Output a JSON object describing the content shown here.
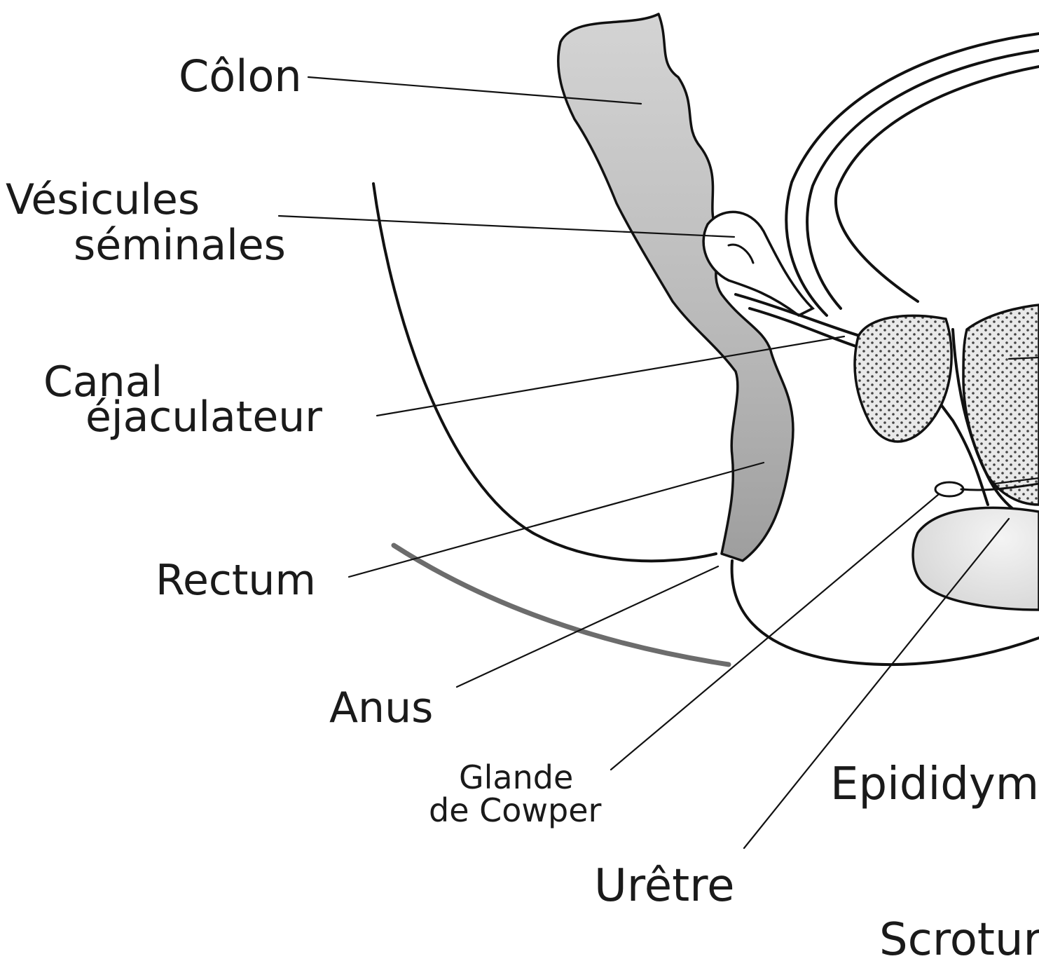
{
  "labels": {
    "colon": "Côlon",
    "vesicules_line1": "Vésicules",
    "vesicules_line2": "séminales",
    "canal_line1": "Canal",
    "canal_line2": "éjaculateur",
    "rectum": "Rectum",
    "anus": "Anus",
    "glande_line1": "Glande",
    "glande_line2": "de Cowper",
    "urethre": "Urêtre",
    "epididyme": "Epididym",
    "scrotum": "Scrotur"
  },
  "colors": {
    "ink": "#111111",
    "shading": "#9a9a9a",
    "background": "#ffffff"
  }
}
